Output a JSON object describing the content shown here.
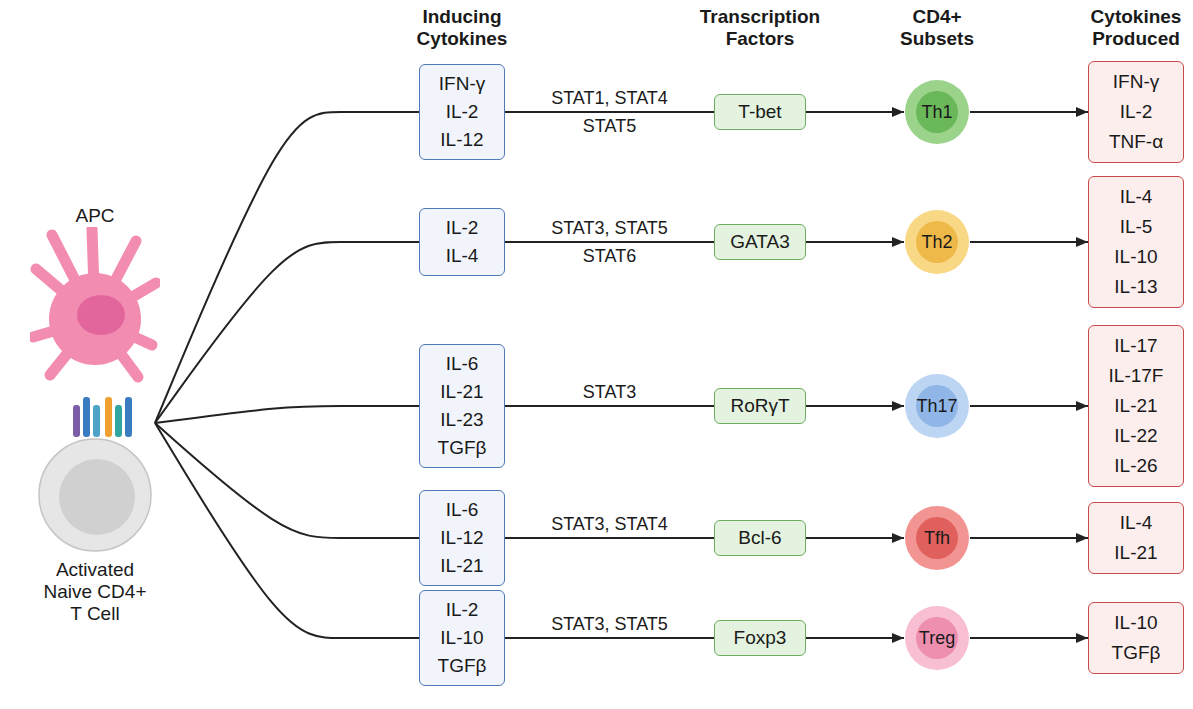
{
  "diagram": {
    "nodes": [
      {
        "text": [
          "APC"
        ]
      },
      {
        "text": [
          "Activated Naive CD4+ T Cell"
        ]
      },
      {
        "text": [
          "IFN-γ",
          "IL-2",
          "IL-12"
        ]
      },
      {
        "text": [
          "T-bet"
        ]
      },
      {
        "text": [
          "Th1"
        ]
      },
      {
        "text": [
          "IFN-γ",
          "IL-2",
          "TNF-α"
        ]
      },
      {
        "text": [
          "IL-2",
          "IL-4"
        ]
      },
      {
        "text": [
          "GATA3"
        ]
      },
      {
        "text": [
          "Th2"
        ]
      },
      {
        "text": [
          "IL-4",
          "IL-5",
          "IL-10",
          "IL-13"
        ]
      },
      {
        "text": [
          "IL-6",
          "IL-21",
          "IL-23",
          "TGFβ"
        ]
      },
      {
        "text": [
          "RoRγT"
        ]
      },
      {
        "text": [
          "Th17"
        ]
      },
      {
        "text": [
          "IL-17",
          "IL-17F",
          "IL-21",
          "IL-22",
          "IL-26"
        ]
      },
      {
        "text": [
          "IL-6",
          "IL-12",
          "IL-21"
        ]
      },
      {
        "text": [
          "Bcl-6"
        ]
      },
      {
        "text": [
          "Tfh"
        ]
      },
      {
        "text": [
          "IL-4",
          "IL-21"
        ]
      },
      {
        "text": [
          "IL-2",
          "IL-10",
          "TGFβ"
        ]
      },
      {
        "text": [
          "Foxp3"
        ]
      },
      {
        "text": [
          "Treg"
        ]
      },
      {
        "text": [
          "IL-10",
          "TGFβ"
        ]
      }
    ],
    "edges": [
      {
        "from": 1,
        "to": 2,
        "arrow": "none"
      },
      {
        "from": 1,
        "to": 6,
        "arrow": "none"
      },
      {
        "from": 1,
        "to": 10,
        "arrow": "none"
      },
      {
        "from": 1,
        "to": 14,
        "arrow": "none"
      },
      {
        "from": 1,
        "to": 18,
        "arrow": "none"
      },
      {
        "from": 2,
        "to": 3,
        "label": "STAT1, STAT4",
        "arrow": "none"
      },
      {
        "from": 3,
        "to": 4,
        "arrow": "to"
      },
      {
        "from": 4,
        "to": 5,
        "arrow": "to"
      },
      {
        "from": 6,
        "to": 7,
        "label": "STAT3, STAT5",
        "arrow": "none"
      },
      {
        "from": 7,
        "to": 8,
        "arrow": "to"
      },
      {
        "from": 8,
        "to": 9,
        "arrow": "to"
      },
      {
        "from": 10,
        "to": 11,
        "label": "STAT3",
        "arrow": "none"
      },
      {
        "from": 11,
        "to": 12,
        "arrow": "to"
      },
      {
        "from": 12,
        "to": 13,
        "arrow": "to"
      },
      {
        "from": 14,
        "to": 15,
        "label": "STAT3, STAT4",
        "arrow": "none"
      },
      {
        "from": 15,
        "to": 16,
        "arrow": "to"
      },
      {
        "from": 16,
        "to": 17,
        "arrow": "to"
      },
      {
        "from": 18,
        "to": 19,
        "label": "STAT3, STAT5",
        "arrow": "none"
      },
      {
        "from": 19,
        "to": 20,
        "arrow": "to"
      },
      {
        "from": 20,
        "to": 21,
        "arrow": "to"
      }
    ],
    "labels": [
      "Inducing Cytokines",
      "Transcription Factors",
      "CD4+ Subsets",
      "Cytokines Produced",
      "STAT5",
      "STAT6"
    ]
  }
}
